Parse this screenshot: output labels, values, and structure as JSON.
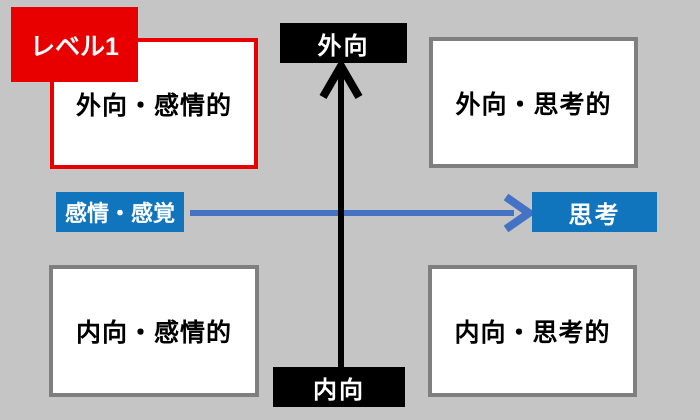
{
  "badge": {
    "label": "レベル1",
    "bg": "#e80000",
    "text_color": "#ffffff"
  },
  "quadrants": [
    {
      "position": "top-left",
      "label": "外向・感情的",
      "border_color": "#e80000",
      "fill": "#ffffff",
      "highlighted": true
    },
    {
      "position": "top-right",
      "label": "外向・思考的",
      "border_color": "#7f7f7f",
      "fill": "#ffffff",
      "highlighted": false
    },
    {
      "position": "bottom-left",
      "label": "内向・感情的",
      "border_color": "#7f7f7f",
      "fill": "#ffffff",
      "highlighted": false
    },
    {
      "position": "bottom-right",
      "label": "内向・思考的",
      "border_color": "#7f7f7f",
      "fill": "#ffffff",
      "highlighted": false
    }
  ],
  "axes": {
    "vertical": {
      "top_label": "外向",
      "bottom_label": "内向",
      "direction": "up",
      "line_color": "#000000",
      "label_bg": "#000000",
      "label_text_color": "#ffffff"
    },
    "horizontal": {
      "left_label": "感情・感覚",
      "right_label": "思考",
      "direction": "right",
      "line_color": "#4472c4",
      "label_bg": "#1175bd",
      "label_text_color": "#ffffff"
    }
  },
  "canvas": {
    "background": "#c5c5c5"
  }
}
